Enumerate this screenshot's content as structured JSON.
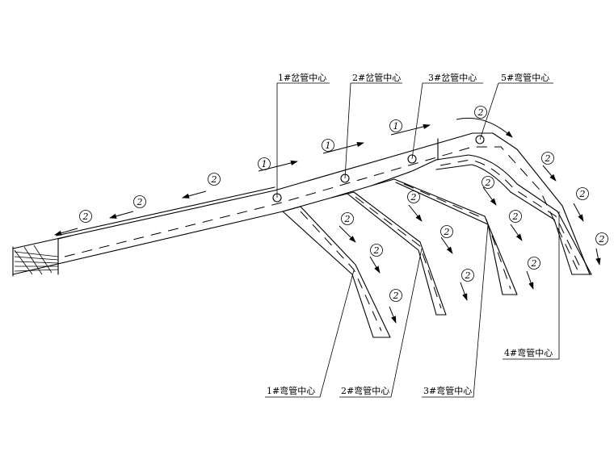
{
  "labels": {
    "tee1": "1#岔管中心",
    "tee2": "2#岔管中心",
    "tee3": "3#岔管中心",
    "bend5": "5#弯管中心",
    "bend1": "1#弯管中心",
    "bend2": "2#弯管中心",
    "bend3": "3#弯管中心",
    "bend4": "4#弯管中心"
  },
  "flow_marks": {
    "one": "1",
    "two": "2"
  },
  "colors": {
    "line": "#000000",
    "background": "#ffffff"
  }
}
